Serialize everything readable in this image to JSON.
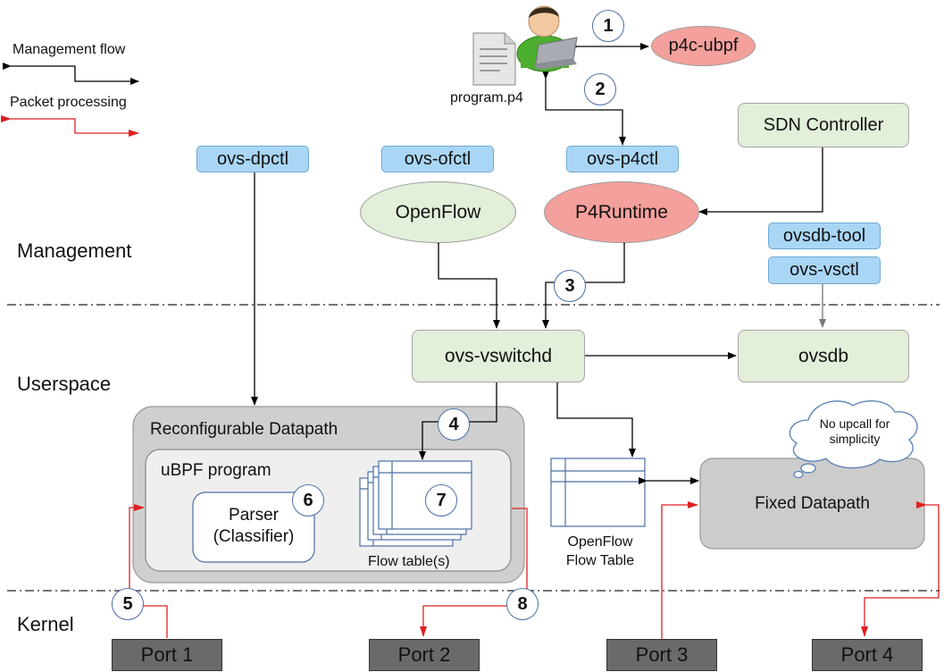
{
  "legend": {
    "management_flow": "Management flow",
    "packet_processing": "Packet processing"
  },
  "layers": {
    "management": "Management",
    "userspace": "Userspace",
    "kernel": "Kernel"
  },
  "user": {
    "file_label": "program.p4",
    "compiler": "p4c-ubpf"
  },
  "tools": {
    "ovs_dpctl": "ovs-dpctl",
    "ovs_ofctl": "ovs-ofctl",
    "ovs_p4ctl": "ovs-p4ctl",
    "ovsdb_tool": "ovsdb-tool",
    "ovs_vsctl": "ovs-vsctl"
  },
  "management": {
    "openflow": "OpenFlow",
    "p4runtime": "P4Runtime",
    "sdn_controller": "SDN Controller"
  },
  "userspace": {
    "vswitchd": "ovs-vswitchd",
    "ovsdb": "ovsdb"
  },
  "datapath": {
    "reconfigurable": "Reconfigurable Datapath",
    "ubpf_program": "uBPF program",
    "parser_line1": "Parser",
    "parser_line2": "(Classifier)",
    "flow_tables": "Flow table(s)",
    "of_table_line1": "OpenFlow",
    "of_table_line2": "Flow Table",
    "fixed": "Fixed Datapath",
    "cloud_line1": "No upcall for",
    "cloud_line2": "simplicity"
  },
  "ports": [
    "Port 1",
    "Port 2",
    "Port 3",
    "Port 4"
  ],
  "steps": [
    "1",
    "2",
    "3",
    "4",
    "5",
    "6",
    "7",
    "8"
  ],
  "colors": {
    "management_arrow": "#000000",
    "packet_arrow": "#e02020",
    "tool_fill": "#a9d6f5",
    "component_fill": "#e2efd9",
    "runtime_fill": "#f4a09c",
    "port_fill": "#6a6a6a",
    "datapath_fill": "#cccccc"
  }
}
